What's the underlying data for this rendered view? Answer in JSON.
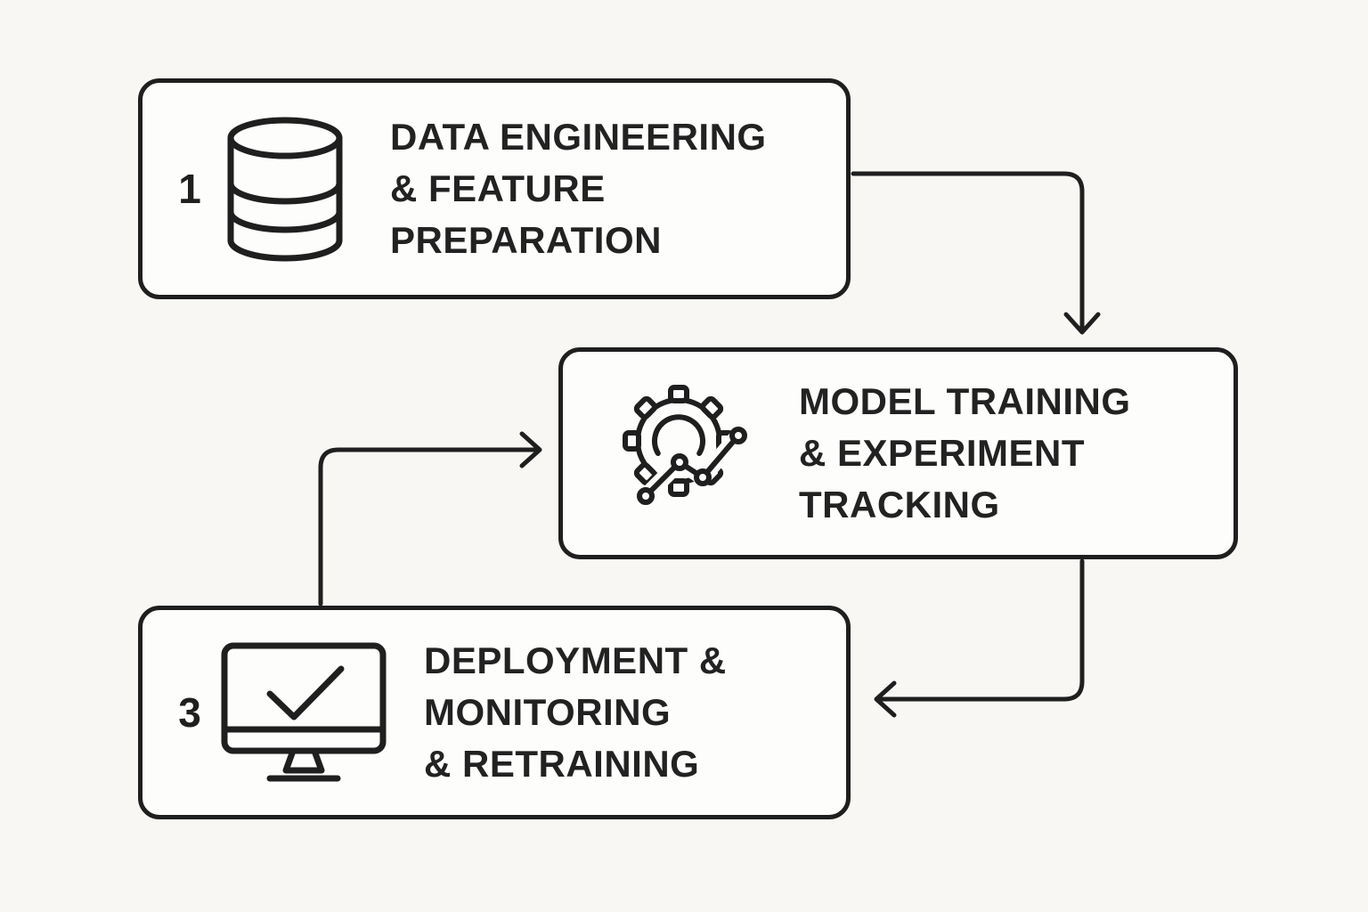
{
  "diagram": {
    "background_color": "#f8f7f4",
    "box_background_color": "#fdfdfb",
    "line_color": "#1f1f1f",
    "text_color": "#222222"
  },
  "boxes": [
    {
      "number": "1",
      "label": "DATA ENGINEERING\n& FEATURE\nPREPARATION",
      "icon": "database-icon"
    },
    {
      "number": "",
      "label": "MODEL TRAINING\n& EXPERIMENT\nTRACKING",
      "icon": "gear-chart-icon"
    },
    {
      "number": "3",
      "label": "DEPLOYMENT &\nMONITORING\n& RETRAINING",
      "icon": "monitor-check-icon"
    }
  ],
  "arrows": [
    {
      "from": "DATA ENGINEERING & FEATURE PREPARATION",
      "to": "MODEL TRAINING & EXPERIMENT TRACKING"
    },
    {
      "from": "MODEL TRAINING & EXPERIMENT TRACKING",
      "to": "DEPLOYMENT & MONITORING & RETRAINING"
    },
    {
      "from": "DEPLOYMENT & MONITORING & RETRAINING",
      "to": "MODEL TRAINING & EXPERIMENT TRACKING"
    }
  ]
}
